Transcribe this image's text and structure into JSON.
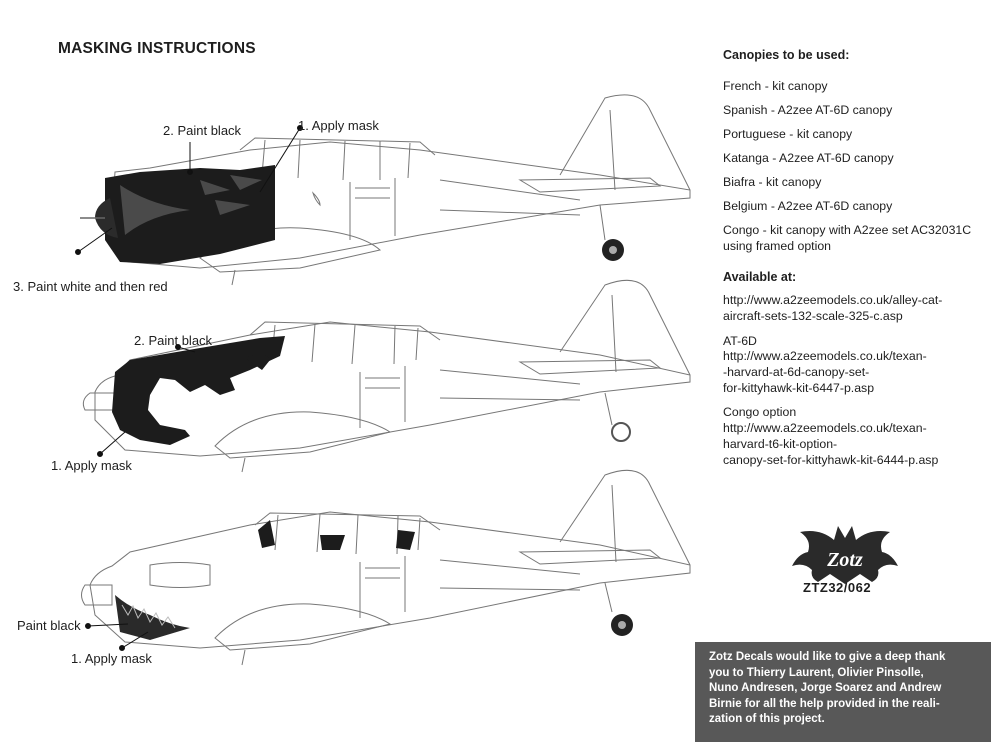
{
  "heading": "MASKING INSTRUCTIONS",
  "profile_1": {
    "paint_black": "2. Paint black",
    "apply_mask": "1. Apply mask",
    "paint_white_red": "3. Paint white and then red"
  },
  "profile_2": {
    "paint_black": "2. Paint black",
    "apply_mask": "1. Apply mask"
  },
  "profile_3": {
    "paint_black": "Paint black",
    "apply_mask": "1. Apply mask"
  },
  "canopies": {
    "heading": "Canopies to be used:",
    "items": [
      "French - kit canopy",
      "Spanish - A2zee AT-6D canopy",
      "Portuguese - kit canopy",
      "Katanga - A2zee AT-6D canopy",
      "Biafra - kit canopy",
      "Belgium - A2zee AT-6D canopy",
      "Congo - kit canopy with A2zee set AC32031C",
      "using framed option"
    ]
  },
  "available": {
    "heading": "Available at:",
    "lines": [
      "http://www.a2zeemodels.co.uk/alley-cat-",
      "aircraft-sets-132-scale-325-c.asp",
      "AT-6D",
      "http://www.a2zeemodels.co.uk/texan-",
      "-harvard-at-6d-canopy-set-",
      "for-kittyhawk-kit-6447-p.asp",
      "Congo option",
      "http://www.a2zeemodels.co.uk/texan-",
      "harvard-t6-kit-option-",
      "canopy-set-for-kittyhawk-kit-6444-p.asp"
    ]
  },
  "logo_code": "ZTZ32/062",
  "logo_text": "Zotz",
  "thanks": [
    "Zotz Decals would like to give a deep thank",
    "you to Thierry Laurent, Olivier Pinsolle,",
    "Nuno Andresen, Jorge Soarez and Andrew",
    "Birnie for all the help provided in the reali-",
    "zation of this project."
  ]
}
